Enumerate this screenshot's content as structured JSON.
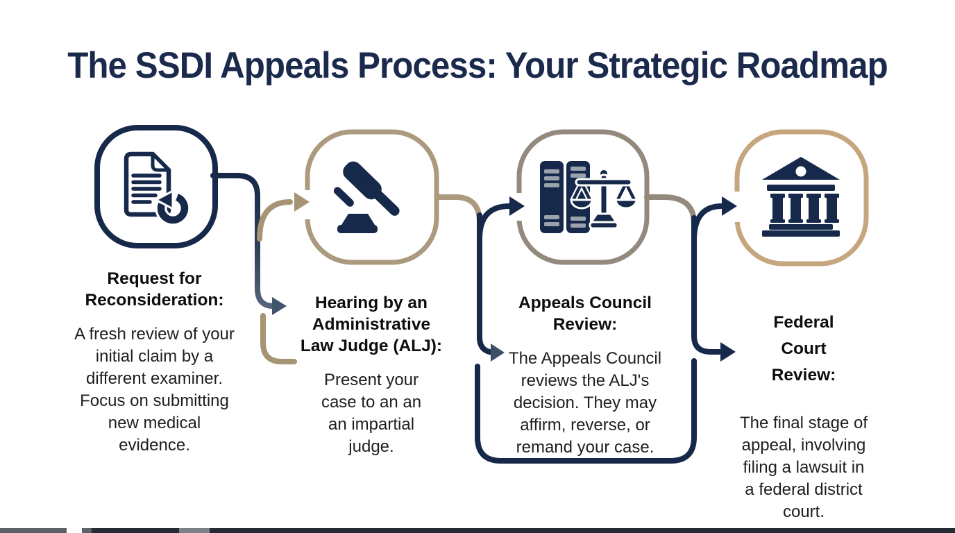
{
  "title": "The SSDI Appeals Process: Your Strategic Roadmap",
  "stages": [
    {
      "id": "request-for-reconsideration",
      "icon": "document-return-icon",
      "title": "Request for\nReconsideration:",
      "body": "A fresh review of your\ninitial claim by a\ndifferent examiner.\nFocus on submitting\nnew medical\nevidence."
    },
    {
      "id": "alj-hearing",
      "icon": "gavel-icon",
      "title": "Hearing by an\nAdministrative\nLaw Judge (ALJ):",
      "body": "Present your\ncase to an an\nan impartial\njudge."
    },
    {
      "id": "appeals-council-review",
      "icon": "law-books-and-scales-icon",
      "title": "Appeals Council\nReview:",
      "body": "The Appeals Council\nreviews the ALJ's\ndecision. They may\naffirm, reverse, or\nremand your case."
    },
    {
      "id": "federal-court-review",
      "icon": "courthouse-icon",
      "title": "Federal\nCourt\nReview:",
      "body": "The final stage of\nappeal, involving\nfiling a lawsuit in\na federal district\ncourt."
    }
  ],
  "colors": {
    "navy": "#16294a",
    "title_navy": "#1b2a4c",
    "slate_arrow": "#41546d",
    "tan_ring_stage2": "#ac9a7f",
    "gray_ring_stage3": "#94897d",
    "gold_ring_stage4": "#c5a67e",
    "tan_arrow": "#a69474",
    "book_stripe_gray": "#9aa2ad",
    "body_text": "#1e1e1e",
    "background": "#ffffff"
  }
}
